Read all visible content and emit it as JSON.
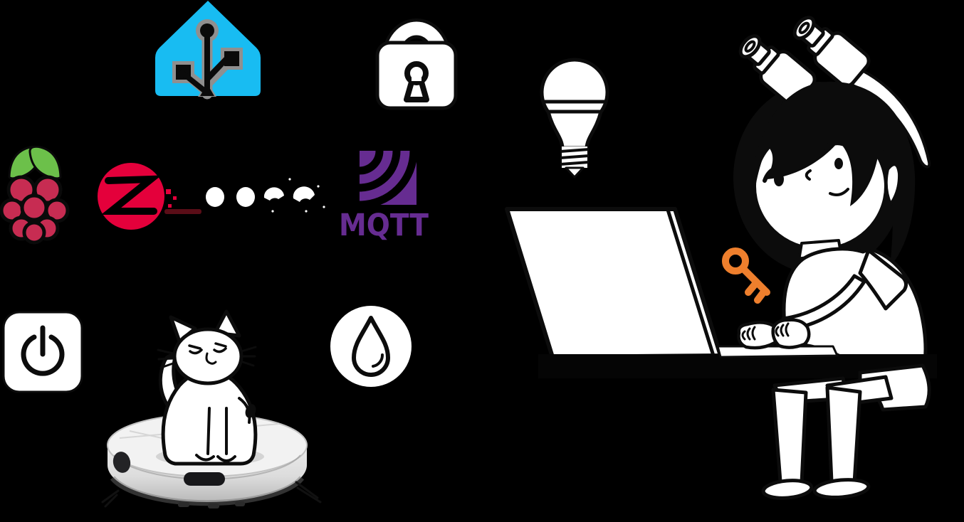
{
  "scene": {
    "background": "#000000",
    "description": "Smart-home illustration: ecosystem icons, cat on robot vacuum, person with binoculars typing on laptop"
  },
  "labels": {
    "mqtt": "MQTT"
  },
  "colors": {
    "home_assistant_blue": "#18BCF2",
    "circuit_gray": "#8F8F8F",
    "raspberry_red": "#C72C52",
    "leaf_green": "#6CC04A",
    "zwave_red": "#E4003B",
    "zwave_dark_red": "#5A0D17",
    "mqtt_purple": "#662C91",
    "key_orange": "#EE7F2D",
    "white": "#FFFFFF",
    "outline_black": "#0C0C0C",
    "vacuum_light": "#F2F2F2",
    "vacuum_mid": "#C9C9C9",
    "vacuum_dark": "#3A3A3E"
  },
  "icons": [
    {
      "id": "home-assistant-logo",
      "label": "Home Assistant"
    },
    {
      "id": "padlock-icon",
      "label": "Security lock"
    },
    {
      "id": "light-bulb-icon",
      "label": "Smart lighting"
    },
    {
      "id": "raspberry-pi-logo",
      "label": "Raspberry Pi"
    },
    {
      "id": "z-wave-logo",
      "label": "Z-Wave"
    },
    {
      "id": "zigbee-wordmark",
      "label": "Zigbee"
    },
    {
      "id": "mqtt-logo",
      "label": "MQTT"
    },
    {
      "id": "power-button-icon",
      "label": "Power"
    },
    {
      "id": "water-drop-icon",
      "label": "Water"
    },
    {
      "id": "access-key-icon",
      "label": "Access key"
    },
    {
      "id": "robot-vacuum-with-cat",
      "label": "Cat sitting on robot vacuum"
    },
    {
      "id": "person-at-laptop",
      "label": "Person with binoculars at laptop"
    }
  ]
}
